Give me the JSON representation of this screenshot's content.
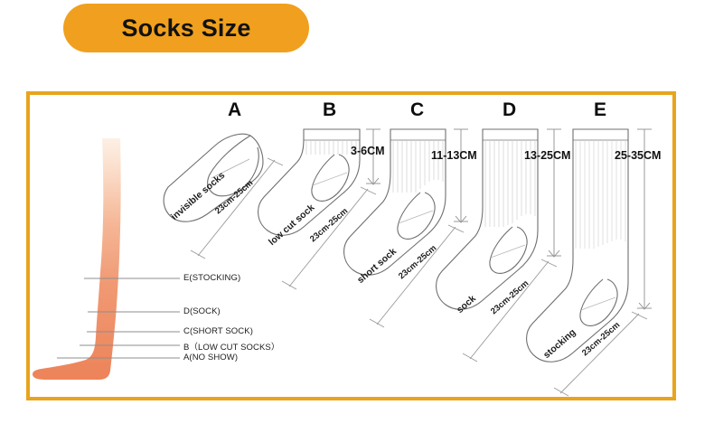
{
  "title": {
    "text": "Socks Size"
  },
  "colors": {
    "pill_bg": "#f0a01e",
    "frame_border": "#e8a41c",
    "leg_top": "#fbe3d2",
    "leg_bottom": "#ef8a5f",
    "sock_outline": "#6f6f6f",
    "text": "#111111"
  },
  "leg_diagram": {
    "name": "leg-diagram",
    "labels": [
      {
        "id": "E",
        "text": "E(STOCKING)"
      },
      {
        "id": "D",
        "text": "D(SOCK)"
      },
      {
        "id": "C",
        "text": "C(SHORT SOCK)"
      },
      {
        "id": "B",
        "text": "B（LOW CUT SOCKS）"
      },
      {
        "id": "A",
        "text": "A(NO SHOW)"
      }
    ]
  },
  "socks": [
    {
      "letter": "A",
      "name": "invisible socks",
      "height": "",
      "length": "23cm-25cm"
    },
    {
      "letter": "B",
      "name": "low cut sock",
      "height": "3-6CM",
      "length": "23cm-25cm"
    },
    {
      "letter": "C",
      "name": "short sock",
      "height": "11-13CM",
      "length": "23cm-25cm"
    },
    {
      "letter": "D",
      "name": "sock",
      "height": "13-25CM",
      "length": "23cm-25cm"
    },
    {
      "letter": "E",
      "name": "stocking",
      "height": "25-35CM",
      "length": "23cm-25cm"
    }
  ]
}
